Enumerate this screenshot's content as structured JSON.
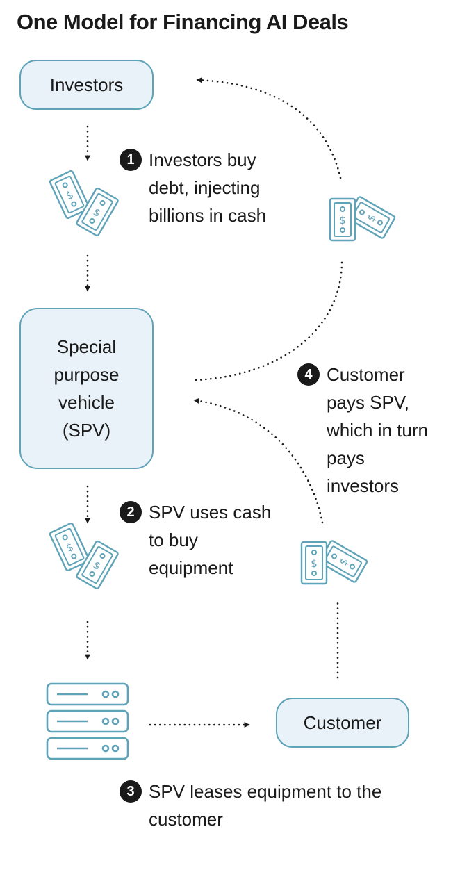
{
  "title": "One Model for Financing AI Deals",
  "nodes": {
    "investors": "Investors",
    "spv": "Special purpose vehicle (SPV)",
    "customer": "Customer"
  },
  "steps": [
    {
      "number": "1",
      "text": "Investors buy debt, injecting billions in cash"
    },
    {
      "number": "2",
      "text": "SPV uses cash to buy equipment"
    },
    {
      "number": "3",
      "text": "SPV leases equipment to the customer"
    },
    {
      "number": "4",
      "text": "Customer pays SPV, which in turn pays investors"
    }
  ],
  "icons": {
    "cash": "cash-icon",
    "server": "server-rack-icon",
    "arrow": "dotted-arrow"
  },
  "colors": {
    "box_fill": "#e9f2f8",
    "box_stroke": "#5fa3b8",
    "text": "#1a1a1a",
    "badge": "#1a1a1a"
  }
}
